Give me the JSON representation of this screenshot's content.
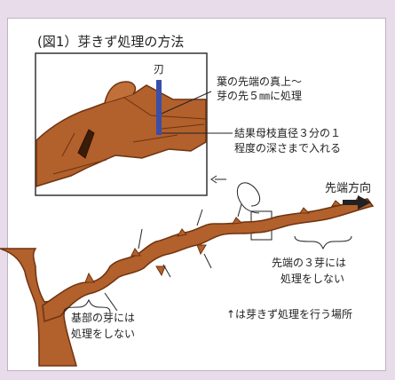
{
  "figure": {
    "title": "(図1）芽きず処理の方法",
    "inset": {
      "blade_label": "刃",
      "note_position_lines": [
        "葉の先端の真上～",
        "芽の先５㎜に処理"
      ],
      "note_depth_lines": [
        "結果母枝直径３分の１",
        "程度の深さまで入れる"
      ]
    },
    "tip_direction_label": "先端方向",
    "tip_buds_note_lines": [
      "先端の３芽には",
      "処理をしない"
    ],
    "base_buds_note_lines": [
      "基部の芽には",
      "処理をしない"
    ],
    "legend_note": "↑は芽きず処理を行う場所"
  },
  "colors": {
    "branch_fill": "#b2602c",
    "branch_edge": "#6e3310",
    "blade": "#3b4fa8",
    "background": "#e8dcea",
    "panel": "#ffffff"
  }
}
